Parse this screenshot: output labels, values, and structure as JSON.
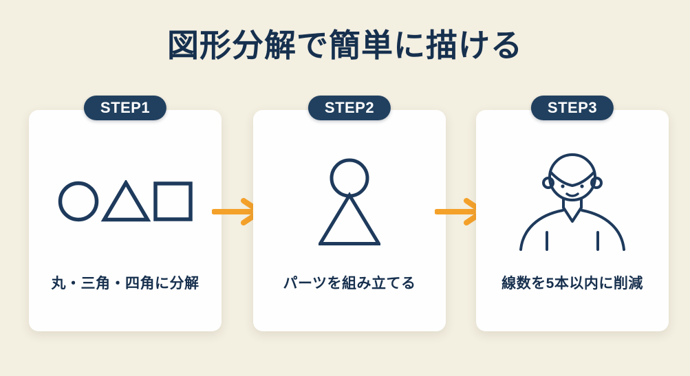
{
  "page": {
    "title": "図形分解で簡単に描ける",
    "colors": {
      "background": "#f3efe1",
      "card": "#fefefe",
      "navy": "#1e3a5c",
      "navy_dark": "#16304e",
      "badge_background": "#21405f",
      "badge_text": "#ffffff",
      "orange": "#f4a12a"
    }
  },
  "steps": [
    {
      "badge": "STEP1",
      "caption": "丸・三角・四角に分解",
      "icon": "circle-triangle-square-icon"
    },
    {
      "badge": "STEP2",
      "caption": "パーツを組み立てる",
      "icon": "assembled-figure-icon"
    },
    {
      "badge": "STEP3",
      "caption": "線数を5本以内に削減",
      "icon": "person-face-icon"
    }
  ],
  "arrows": [
    {
      "icon": "right-arrow-icon"
    },
    {
      "icon": "right-arrow-icon"
    }
  ]
}
